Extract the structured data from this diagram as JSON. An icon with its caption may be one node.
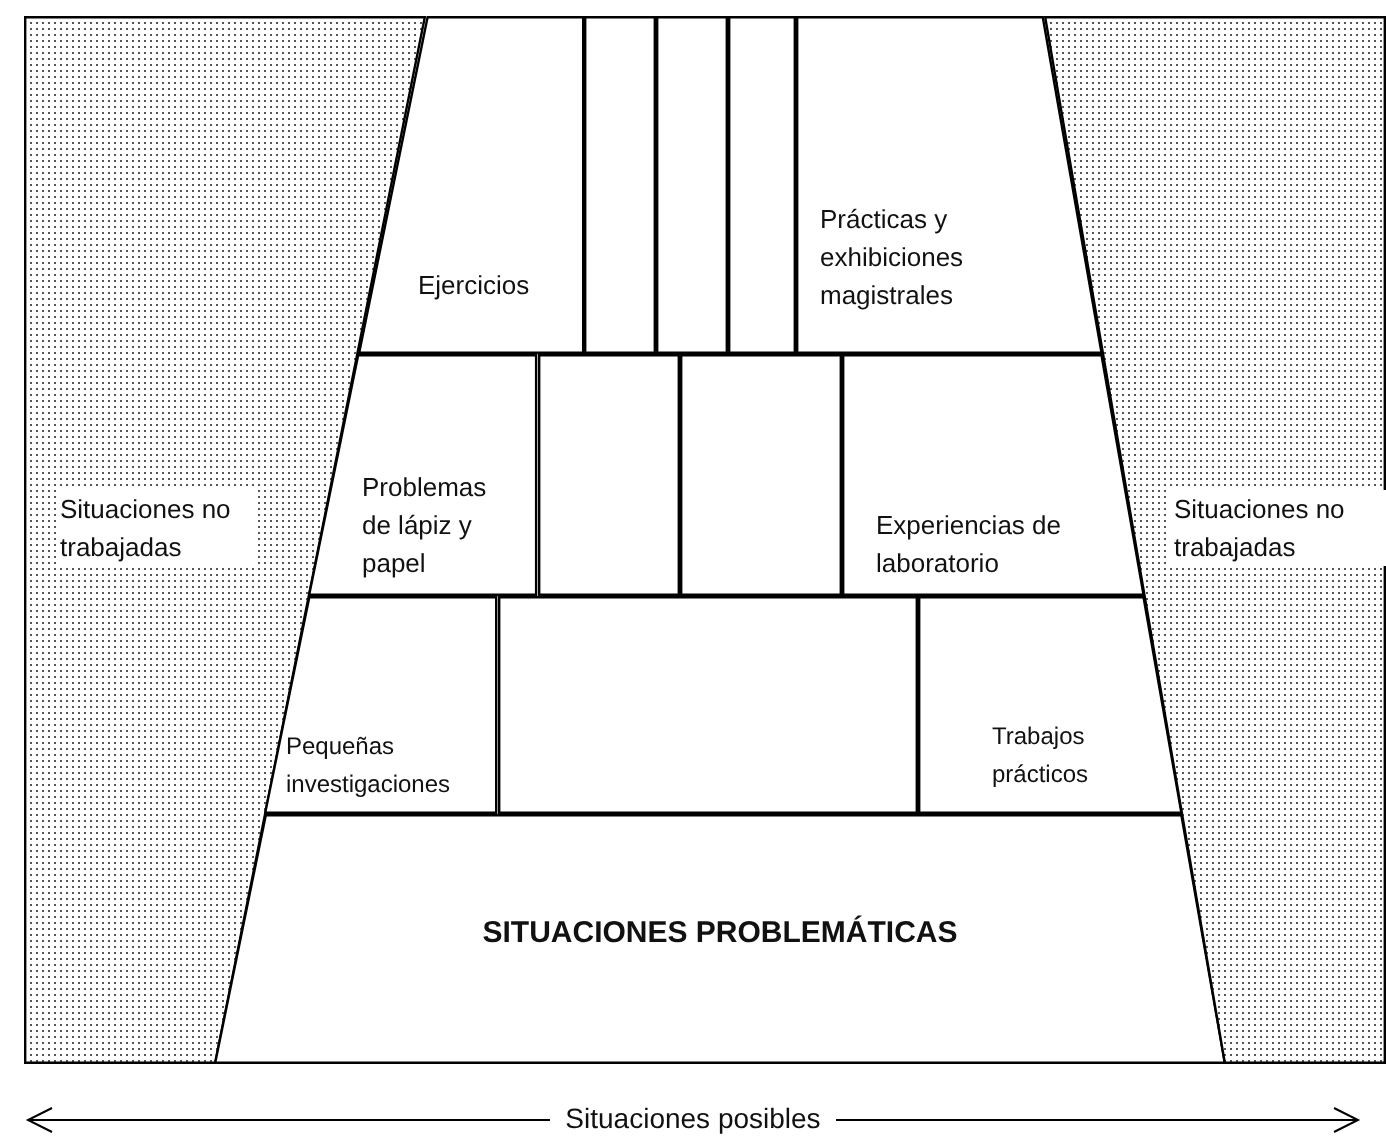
{
  "diagram": {
    "nodes": [
      {
        "text": [
          "Situaciones no trabajadas"
        ]
      },
      {
        "text": [
          "Ejercicios"
        ]
      },
      {
        "text": [],
        "shape": "box"
      },
      {
        "text": [],
        "shape": "box"
      },
      {
        "text": [],
        "shape": "box"
      },
      {
        "text": [
          "Prácticas y exhibiciones magistrales"
        ]
      },
      {
        "text": [
          "Problemas de lápiz y papel"
        ]
      },
      {
        "text": [],
        "shape": "box"
      },
      {
        "text": [],
        "shape": "box"
      },
      {
        "text": [
          "Experiencias de laboratorio"
        ]
      },
      {
        "text": [
          "Pequeñas investigaciones"
        ]
      },
      {
        "text": [],
        "shape": "box"
      },
      {
        "text": [
          "Trabajos prácticos"
        ]
      },
      {
        "text": [
          "SITUACIONES PROBLEMÁTICAS"
        ]
      },
      {
        "text": [
          "Situaciones no trabajadas"
        ]
      }
    ],
    "labels": [
      "Situaciones posibles"
    ]
  }
}
